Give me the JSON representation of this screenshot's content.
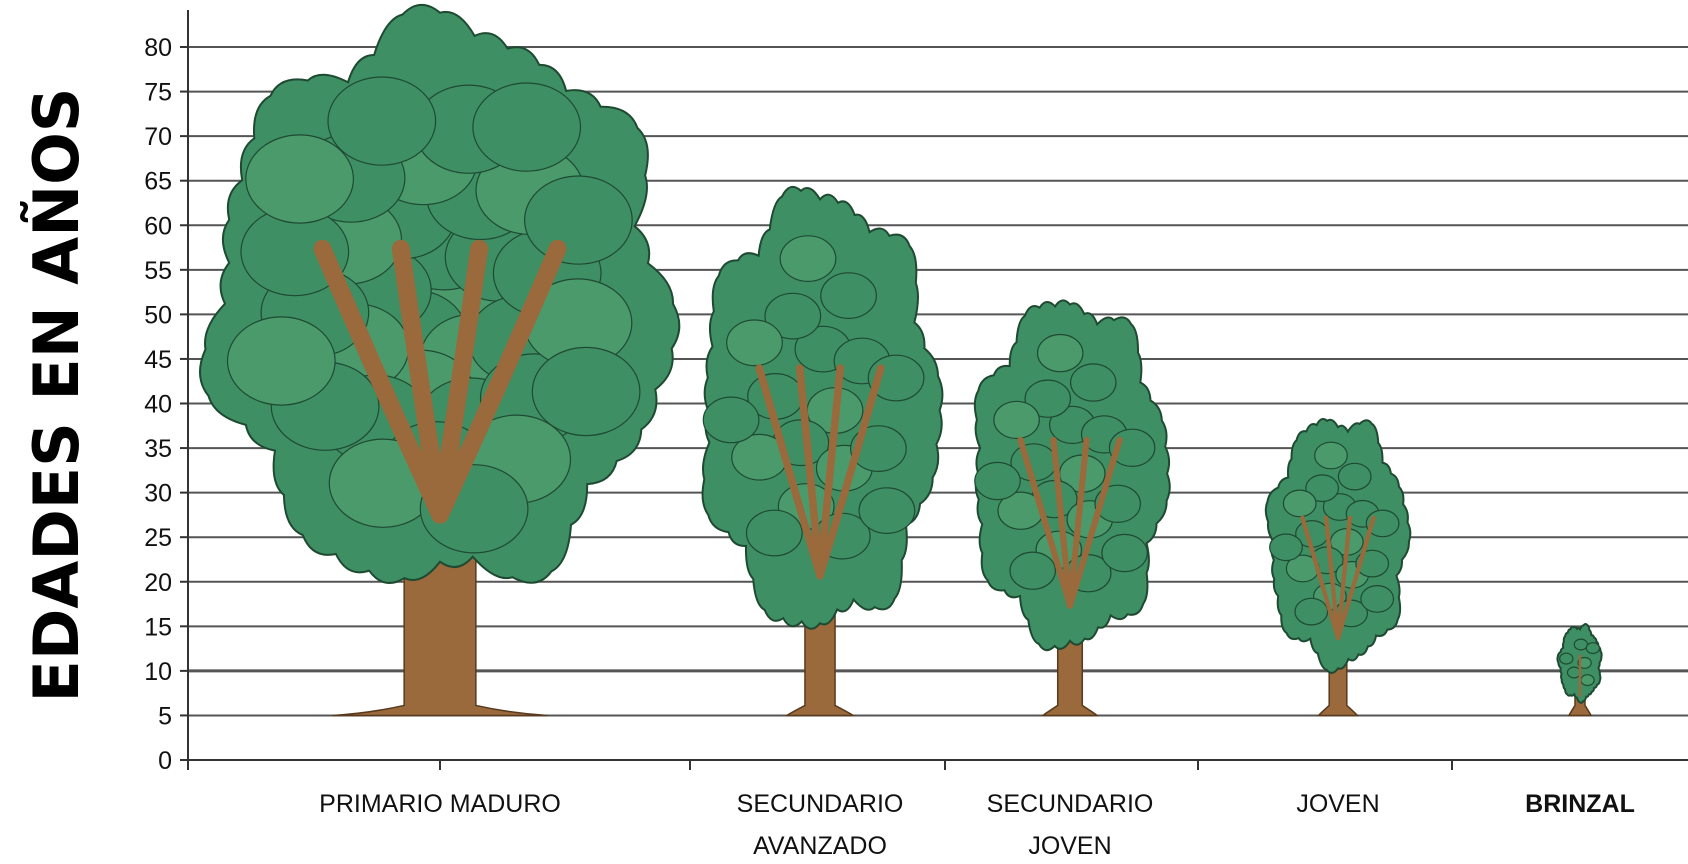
{
  "chart_data": {
    "type": "bar",
    "ylabel": "EDADES EN AÑOS",
    "xlabel": "",
    "ylim": [
      0,
      80
    ],
    "yticks": [
      0,
      5,
      10,
      15,
      20,
      25,
      30,
      35,
      40,
      45,
      50,
      55,
      60,
      65,
      70,
      75,
      80
    ],
    "grid": true,
    "categories": [
      {
        "lines": [
          "PRIMARIO MADURO"
        ],
        "color": "#111111"
      },
      {
        "lines": [
          "SECUNDARIO",
          "AVANZADO"
        ],
        "color": "#111111"
      },
      {
        "lines": [
          "SECUNDARIO",
          "JOVEN"
        ],
        "color": "#111111"
      },
      {
        "lines": [
          "JOVEN"
        ],
        "color": "#111111"
      },
      {
        "lines": [
          "BRINZAL"
        ],
        "color": "#4a4028"
      }
    ],
    "values": [
      82,
      63,
      51,
      38,
      15
    ],
    "mark": "tree-icon",
    "colors": {
      "foliage": "#3e8f63",
      "foliage_dark": "#1f4a32",
      "trunk": "#9a6a3c",
      "trunk_dark": "#5a3a1c",
      "grid": "#555555",
      "axis": "#333333"
    }
  }
}
